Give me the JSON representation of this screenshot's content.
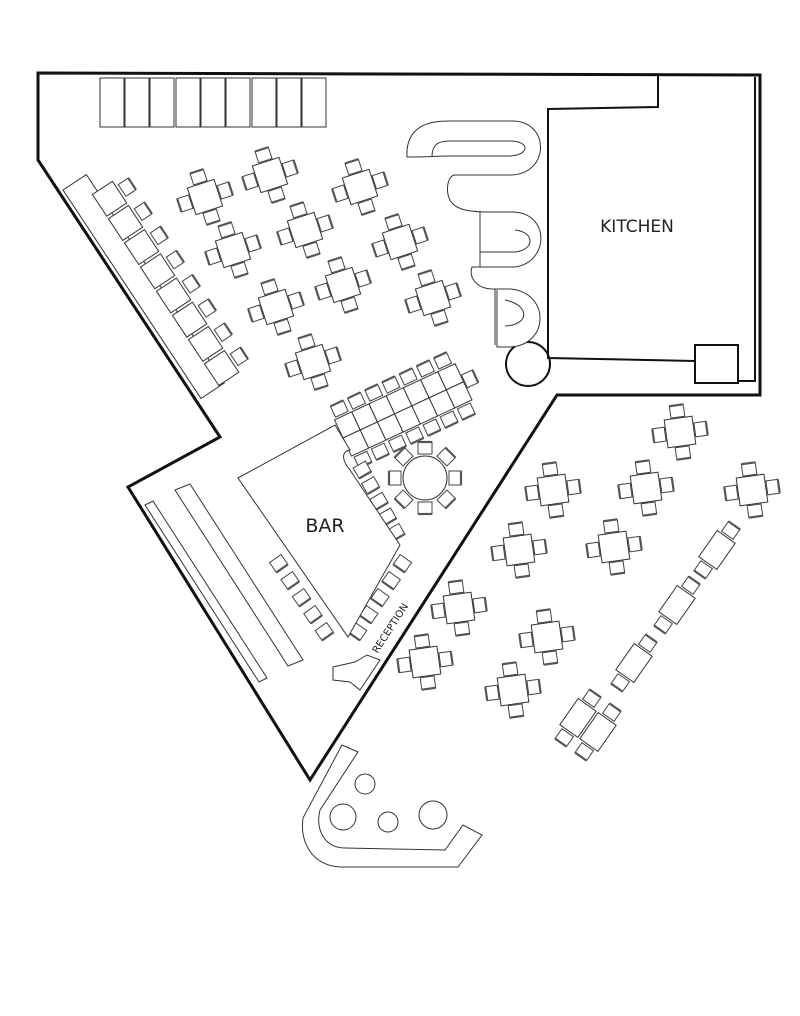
{
  "plan": {
    "rooms": {
      "kitchen_label": "KITCHEN",
      "bar_label": "BAR",
      "reception_label": "RECEPTION"
    }
  }
}
